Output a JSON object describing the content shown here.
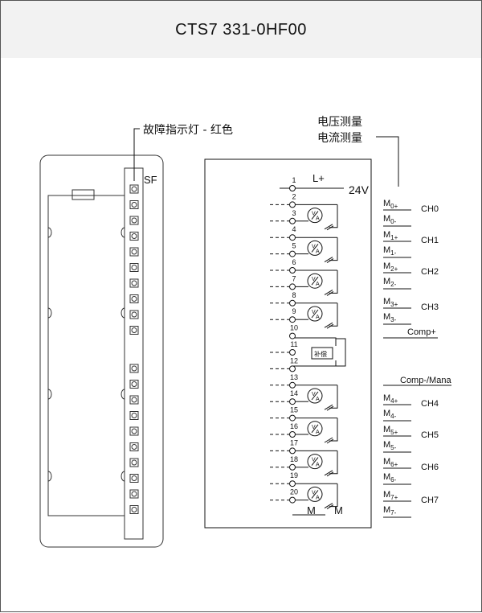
{
  "title": "CTS7 331-0HF00",
  "sf_indicator_label": "故障指示灯 - 红色",
  "sf_label": "SF",
  "measure_label_1": "电压测量",
  "measure_label_2": "电流测量",
  "supply_label": "L+",
  "supply_voltage": "24V",
  "ground_label_1": "M",
  "ground_label_2": "M",
  "comp_label": "补偿",
  "terminal_numbers": [
    "1",
    "2",
    "3",
    "4",
    "5",
    "6",
    "7",
    "8",
    "9",
    "10",
    "11",
    "12",
    "13",
    "14",
    "15",
    "16",
    "17",
    "18",
    "19",
    "20"
  ],
  "meter_symbol": "V/A",
  "channels": [
    {
      "plus_base": "M",
      "plus_sub": "0+",
      "minus_base": "M",
      "minus_sub": "0-",
      "name": "CH0"
    },
    {
      "plus_base": "M",
      "plus_sub": "1+",
      "minus_base": "M",
      "minus_sub": "1-",
      "name": "CH1"
    },
    {
      "plus_base": "M",
      "plus_sub": "2+",
      "minus_base": "M",
      "minus_sub": "2-",
      "name": "CH2"
    },
    {
      "plus_base": "M",
      "plus_sub": "3+",
      "minus_base": "M",
      "minus_sub": "3-",
      "name": "CH3"
    },
    {
      "plus_base": "M",
      "plus_sub": "4+",
      "minus_base": "M",
      "minus_sub": "4-",
      "name": "CH4"
    },
    {
      "plus_base": "M",
      "plus_sub": "5+",
      "minus_base": "M",
      "minus_sub": "5-",
      "name": "CH5"
    },
    {
      "plus_base": "M",
      "plus_sub": "6+",
      "minus_base": "M",
      "minus_sub": "6-",
      "name": "CH6"
    },
    {
      "plus_base": "M",
      "plus_sub": "7+",
      "minus_base": "M",
      "minus_sub": "7-",
      "name": "CH7"
    }
  ],
  "comp_plus_label": "Comp+",
  "comp_minus_label": "Comp-/Mana",
  "colors": {
    "line": "#111111",
    "title_bg": "#f2f2f2",
    "border": "#555555"
  }
}
